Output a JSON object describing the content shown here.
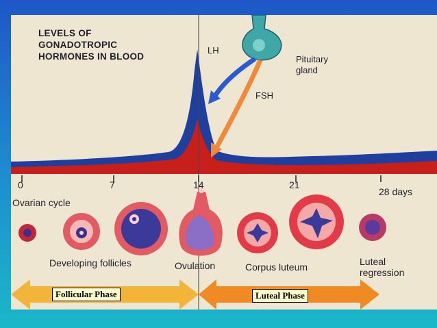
{
  "title_lines": [
    "LEVELS OF",
    "GONADOTROPIC",
    "HORMONES IN BLOOD"
  ],
  "hormones": {
    "lh": "LH",
    "fsh": "FSH"
  },
  "pituitary": [
    "Pituitary",
    "gland"
  ],
  "days": {
    "d0": "0",
    "d7": "7",
    "d14": "14",
    "d21": "21",
    "d28": "28 days"
  },
  "ovarian_cycle": "Ovarian cycle",
  "stages": {
    "developing": "Developing follicles",
    "ovulation": "Ovulation",
    "corpus": "Corpus luteum",
    "luteal": [
      "Luteal",
      "regression"
    ]
  },
  "phases": {
    "follicular": "Follicular Phase",
    "luteal": "Luteal Phase"
  },
  "colors": {
    "lh": "#1f3f9e",
    "fsh": "#c81f1a",
    "background": "#efe6d2",
    "slide": "#1e6fd0",
    "arrow_follicular": "#f2b53a",
    "arrow_luteal": "#f08a22"
  }
}
